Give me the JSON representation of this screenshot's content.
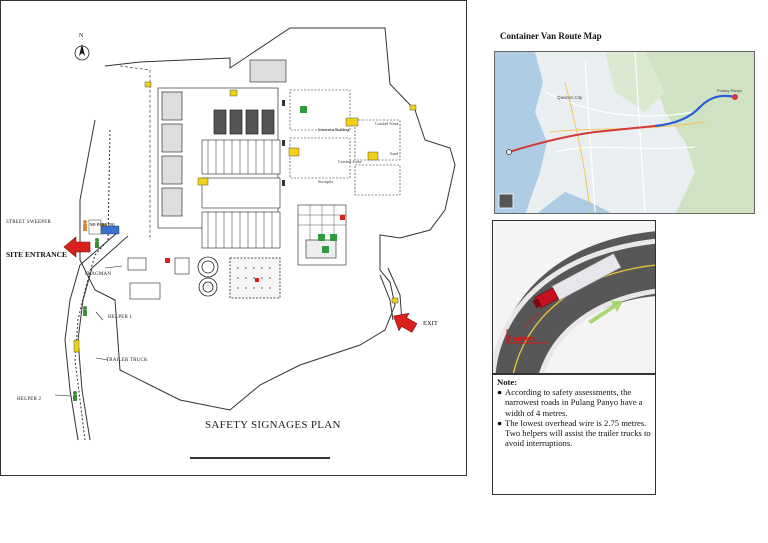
{
  "plan": {
    "title": "SAFETY SIGNAGES PLAN",
    "north": "N",
    "labels": {
      "street_sweeper": "STREET SWEEPER",
      "site_entrance": "SITE ENTRANCE",
      "flagman": "FLAGMAN",
      "helper1": "HELPER 1",
      "trailer_truck": "TRAILER TRUCK",
      "helper2": "HELPER 2",
      "exit": "EXIT"
    },
    "sign_text": "NO PARKING",
    "building_labels": {
      "crushed_stone_1": "Crushed Stone",
      "crushed_stone_2": "Crushed Stone",
      "sand": "Sand",
      "generator": "Generator Building",
      "stockpile": "Stockpile"
    }
  },
  "route_map": {
    "title": "Container Van Route Map",
    "place_labels": [
      "Quezon City",
      "Pulang Panyo"
    ]
  },
  "turn_diagram": {
    "width_label": "8 meters"
  },
  "note": {
    "heading": "Note:",
    "items": [
      "According to safety assessments, the narrowest roads in Pulang Panyo have a width of 4 metres.",
      "The lowest overhead wire is 2.75 metres.  Two helpers will assist the trailer trucks to avoid interruptions."
    ],
    "bullet": "●"
  },
  "colors": {
    "exit_arrow": "#d9201c",
    "route_line": "#2a5bd7",
    "route_red": "#d23a3a",
    "sign_yellow": "#f1d21a",
    "sign_green": "#2f9b3a",
    "truck_red": "#c8101e"
  }
}
